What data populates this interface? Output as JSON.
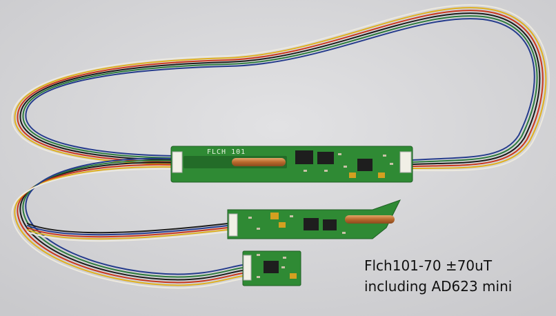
{
  "caption": {
    "line1": "Flch101-70  ±70uT",
    "line2": "including AD623 mini"
  },
  "boards": {
    "top_silkscreen": "FLCH 101"
  },
  "colors": {
    "background": "#d8d8da",
    "pcb_green": "#2f8a34",
    "copper_sensor": "#c07a3a",
    "wire_colors": [
      "#1b1b1b",
      "#c8361e",
      "#e0b020",
      "#2c7a3c",
      "#243b8c",
      "#ece9df"
    ]
  }
}
